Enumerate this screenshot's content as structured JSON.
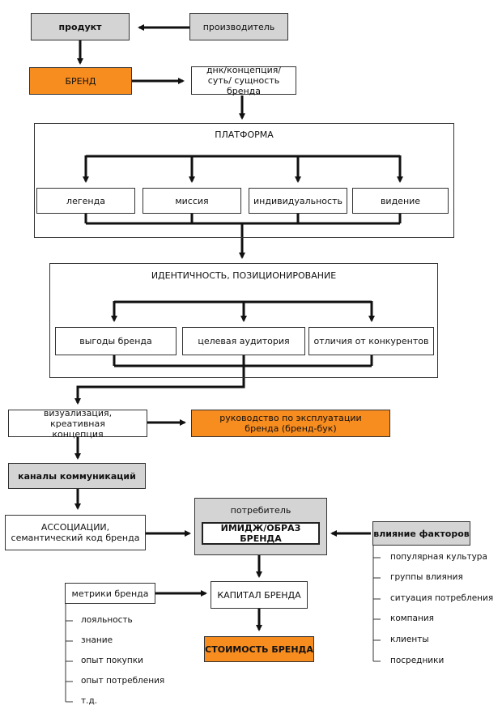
{
  "nodes": {
    "product": "продукт",
    "producer": "производитель",
    "brand": "БРЕНД",
    "dna": "днк/концепция/суть/ сущность бренда",
    "platform": "ПЛАТФОРМА",
    "legend": "легенда",
    "mission": "миссия",
    "individuality": "индивидуальность",
    "vision": "видение",
    "identity": "ИДЕНТИЧНОСТЬ, ПОЗИЦИОНИРОВАНИЕ",
    "benefits": "выгоды бренда",
    "audience": "целевая аудитория",
    "differences": "отличия от конкурентов",
    "visualization": "визуализация, креативная концепция",
    "brandbook": "руководство по эксплуатации бренда (бренд-бук)",
    "channels": "каналы коммуникаций",
    "associations": "АССОЦИАЦИИ, семантический код бренда",
    "consumer": "потребитель",
    "image": "ИМИДЖ/ОБРАЗ БРЕНДА",
    "factors": "влияние факторов",
    "capital": "КАПИТАЛ БРЕНДА",
    "metrics": "метрики бренда",
    "value": "СТОИМОСТЬ БРЕНДА"
  },
  "factor_items": [
    "популярная культура",
    "группы влияния",
    "ситуация потребления",
    "компания",
    "клиенты",
    "посредники"
  ],
  "metric_items": [
    "лояльность",
    "знание",
    "опыт покупки",
    "опыт потребления",
    "т.д."
  ],
  "colors": {
    "accent": "#f78c1f",
    "gray": "#d4d4d4",
    "line": "#111111"
  }
}
